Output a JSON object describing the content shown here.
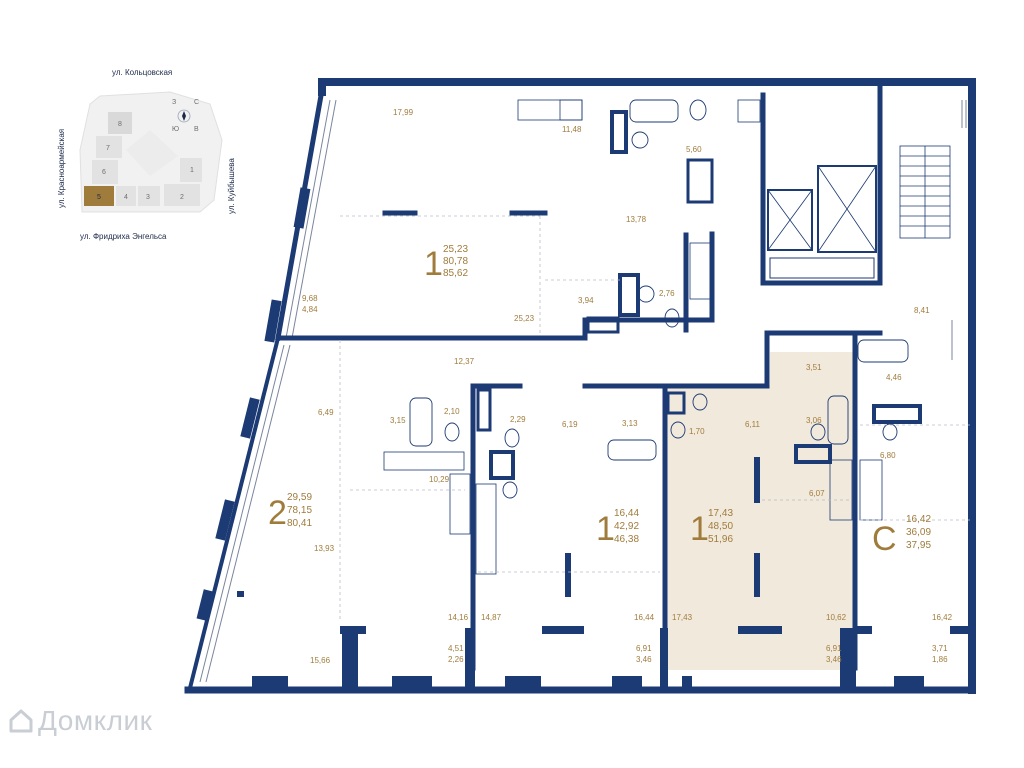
{
  "colors": {
    "wall": "#1c3a73",
    "accent": "#a07c3c",
    "highlight": "#f1e9dc",
    "thin": "#7a869e"
  },
  "site_plan": {
    "streets": {
      "top": "ул. Кольцовская",
      "left": "ул. Красноармейская",
      "right": "ул. Куйбышева",
      "bottom": "ул. Фридриха Энгельса"
    },
    "compass": [
      "С",
      "В",
      "Ю",
      "З"
    ],
    "buildings": [
      "1",
      "2",
      "3",
      "4",
      "5",
      "6",
      "7",
      "8"
    ],
    "highlighted_building": "5"
  },
  "apartments": {
    "a1": {
      "rooms": "1",
      "living": "25,23",
      "total": "80,78",
      "total_balc": "85,62"
    },
    "a2": {
      "rooms": "2",
      "living": "29,59",
      "total": "78,15",
      "total_balc": "80,41"
    },
    "a3": {
      "rooms": "1",
      "living": "16,44",
      "total": "42,92",
      "total_balc": "46,38"
    },
    "a4": {
      "rooms": "1",
      "living": "17,43",
      "total": "48,50",
      "total_balc": "51,96"
    },
    "a5": {
      "rooms": "С",
      "living": "16,42",
      "total": "36,09",
      "total_balc": "37,95"
    }
  },
  "room_areas": {
    "r1799": "17,99",
    "r1148": "11,48",
    "r560": "5,60",
    "r1378": "13,78",
    "r394": "3,94",
    "r276": "2,76",
    "r2523": "25,23",
    "r968": "9,68",
    "r484": "4,84",
    "r1237": "12,37",
    "r649": "6,49",
    "r315": "3,15",
    "r210": "2,10",
    "r1029": "10,29",
    "r1393": "13,93",
    "r1416": "14,16",
    "r1566": "15,66",
    "r451": "4,51",
    "r226": "2,26",
    "r229": "2,29",
    "r619": "6,19",
    "r313": "3,13",
    "r1487": "14,87",
    "r1644": "16,44",
    "r691a": "6,91",
    "r346a": "3,46",
    "r170": "1,70",
    "r611": "6,11",
    "r351": "3,51",
    "r306": "3,06",
    "r607": "6,07",
    "r1743": "17,43",
    "r1062": "10,62",
    "r691b": "6,91",
    "r346b": "3,46",
    "r841": "8,41",
    "r446": "4,46",
    "r680": "6,80",
    "r1642": "16,42",
    "r371": "3,71",
    "r186": "1,86"
  },
  "watermark": "Домклик"
}
